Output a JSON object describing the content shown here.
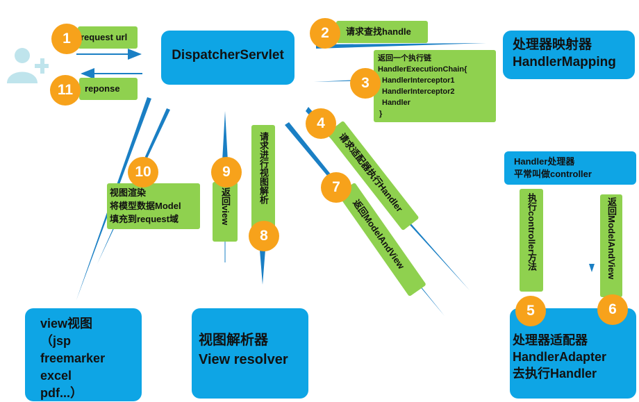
{
  "colors": {
    "blue": "#0ea5e5",
    "green": "#8fd14f",
    "orange": "#f7a21b",
    "arrow": "#1a7fc4",
    "user": "#bfe4ec"
  },
  "user": {
    "icon": "add-user-icon"
  },
  "dispatcher": {
    "label": "DispatcherServlet"
  },
  "handler_mapping": {
    "line1": "处理器映射器",
    "line2": "HandlerMapping"
  },
  "handler_note": {
    "line1": "Handler处理器",
    "line2": "平常叫做controller"
  },
  "adapter": {
    "line1": "处理器适配器",
    "line2": "HandlerAdapter",
    "line3": "去执行Handler"
  },
  "view_resolver": {
    "line1": "视图解析器",
    "line2": "View resolver"
  },
  "view": {
    "line1": "view视图",
    "line2": "（jsp",
    "line3": "freemarker",
    "line4": "excel",
    "line5": "pdf...）"
  },
  "steps": {
    "s1": {
      "num": "1",
      "label": "request url"
    },
    "s2": {
      "num": "2",
      "label": "请求查找handle"
    },
    "s3": {
      "num": "3",
      "lines": [
        "返回一个执行链",
        "HandlerExecutionChain{",
        "HandlerInterceptor1",
        "HandlerInterceptor2",
        "Handler",
        "}"
      ]
    },
    "s4": {
      "num": "4",
      "label": "请求适配器执行Handler"
    },
    "s5": {
      "num": "5",
      "label": "执行controller方法"
    },
    "s6": {
      "num": "6",
      "label": "返回ModelAndView"
    },
    "s7": {
      "num": "7",
      "label": "返回ModelAndView"
    },
    "s8": {
      "num": "8",
      "label": "请求进行视图解析"
    },
    "s9": {
      "num": "9",
      "label": "返回view"
    },
    "s10": {
      "num": "10",
      "lines": [
        "视图渲染",
        "将模型数据Model",
        "填充到request域"
      ]
    },
    "s11": {
      "num": "11",
      "label": "reponse"
    }
  }
}
